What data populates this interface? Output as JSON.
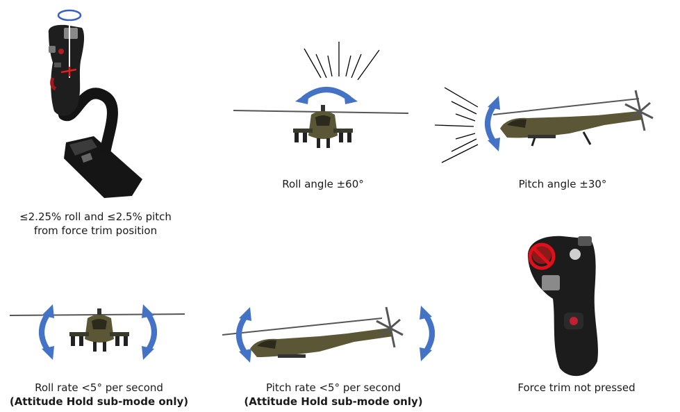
{
  "captions": {
    "trim_line1": "≤2.25% roll and ≤2.5% pitch",
    "trim_line2": "from force trim position",
    "roll_angle": "Roll angle ±60°",
    "pitch_angle": "Pitch angle ±30°",
    "roll_rate": "Roll rate <5° per second",
    "roll_rate_note": "(Attitude Hold sub-mode only)",
    "pitch_rate": "Pitch rate <5° per second",
    "pitch_rate_note": "(Attitude Hold sub-mode only)",
    "force_trim": "Force trim not pressed"
  },
  "colors": {
    "arrow": "#4472c4",
    "heli": "#5a5636",
    "heli_dark": "#2b2a1c",
    "stick": "#1c1c1c",
    "prohibit": "#e0101a",
    "trim_mark": "#e02020",
    "ring": "#3a5fc4"
  },
  "icons": [
    "cyclic-stick-icon",
    "helicopter-front-icon",
    "helicopter-side-icon",
    "rotation-arrow-icon",
    "no-sign-icon",
    "motion-lines-icon"
  ]
}
